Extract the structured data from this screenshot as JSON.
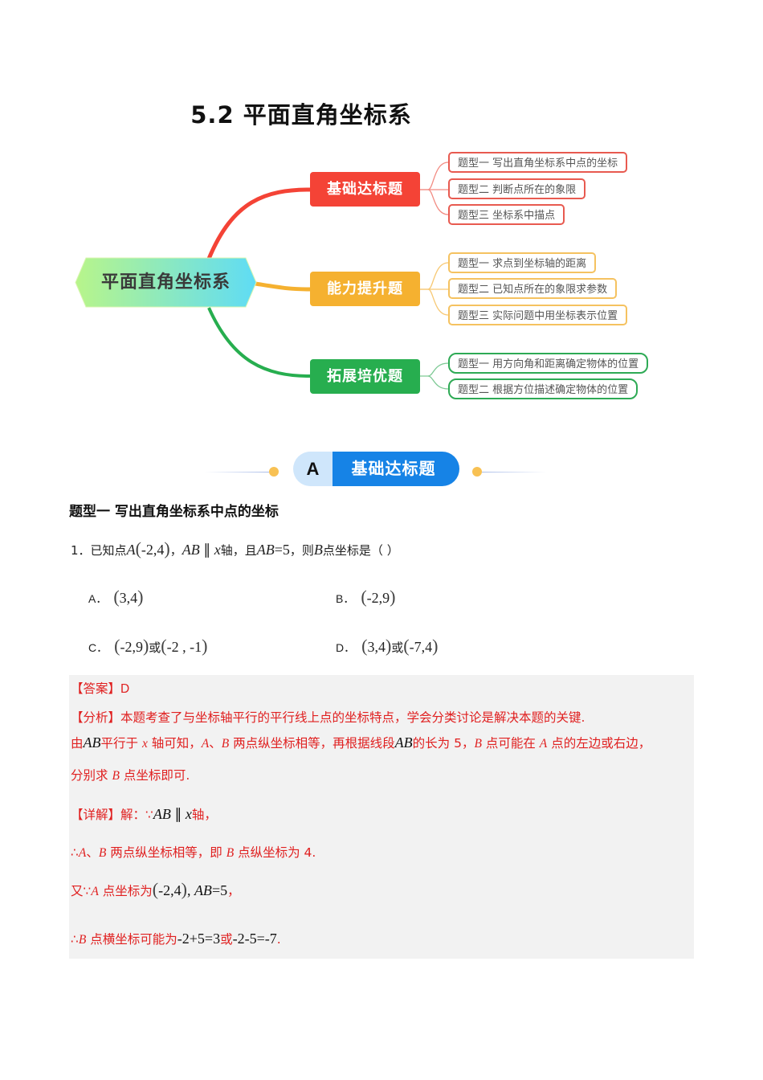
{
  "document": {
    "title": "5.2 平面直角坐标系"
  },
  "mindmap": {
    "root": "平面直角坐标系",
    "branches": [
      {
        "label": "基础达标题",
        "color": "#f44336",
        "leaves": [
          "题型一 写出直角坐标系中点的坐标",
          "题型二 判断点所在的象限",
          "题型三 坐标系中描点"
        ]
      },
      {
        "label": "能力提升题",
        "color": "#f5b130",
        "leaves": [
          "题型一  求点到坐标轴的距离",
          "题型二  已知点所在的象限求参数",
          "题型三  实际问题中用坐标表示位置"
        ]
      },
      {
        "label": "拓展培优题",
        "color": "#27ae4f",
        "leaves": [
          "题型一  用方向角和距离确定物体的位置",
          "题型二 根据方位描述确定物体的位置"
        ]
      }
    ]
  },
  "section_banner": {
    "letter": "A",
    "label": "基础达标题"
  },
  "question_type": "题型一  写出直角坐标系中点的坐标",
  "question": {
    "number": "1．",
    "parts": {
      "p1": "已知点",
      "A": "A",
      "coordA": "-2,4",
      "sep1": "，",
      "AB": "AB",
      "parallel": " ∥ ",
      "x": "x",
      "p2": "轴，且",
      "AB2": "AB",
      "eq": "=5",
      "p3": "，则",
      "B": "B",
      "p4": "点坐标是（     ）"
    },
    "options": [
      {
        "label": "A．",
        "value": "(3,4)",
        "a": "3,4"
      },
      {
        "label": "B．",
        "value": "(-2,9)",
        "a": "-2,9"
      },
      {
        "label": "C．",
        "value": "(-2,9)或(-2,-1)",
        "a": "-2,9",
        "or": "或",
        "b": "-2 , -1"
      },
      {
        "label": "D．",
        "value": "(3,4)或(-7,4)",
        "a": "3,4",
        "or": "或",
        "b": "-7,4"
      }
    ]
  },
  "answer": {
    "answer_tag": "【答案】",
    "answer_value": "D",
    "analysis_tag": "【分析】",
    "analysis_text": "本题考查了与坐标轴平行的平行线上点的坐标特点，学会分类讨论是解决本题的关键.",
    "analysis_line2": {
      "p1": "由",
      "AB": "AB",
      "p2": "平行于 ",
      "x": "x",
      "p3": " 轴可知，",
      "A": "A",
      "p4": "、",
      "B": "B",
      "p5": " 两点纵坐标相等，再根据线段",
      "AB2": "AB",
      "p6": "的长为 5，",
      "B2": "B",
      "p7": " 点可能在 ",
      "A2": "A",
      "p8": " 点的左边或右边，"
    },
    "analysis_line3": {
      "p1": "分别求 ",
      "B": "B",
      "p2": " 点坐标即可."
    },
    "detail_tag": "【详解】",
    "detail_line1": {
      "p1": "解：∵",
      "AB": "AB",
      "parallel": " ∥ ",
      "x": "x",
      "p2": "轴，"
    },
    "detail_line2": {
      "p1": "∴",
      "A": "A",
      "p2": "、",
      "B": "B",
      "p3": " 两点纵坐标相等，即 ",
      "B2": "B",
      "p4": " 点纵坐标为 4."
    },
    "detail_line3": {
      "p1": "又∵",
      "A": "A",
      "p2": " 点坐标为",
      "coord": "-2,4",
      "p3": ", ",
      "AB": "AB",
      "eq": "=5",
      "p4": "，"
    },
    "detail_line4": {
      "p1": "∴",
      "B": "B",
      "p2": " 点横坐标可能为",
      "expr1": "-2+5=3",
      "or": "或",
      "expr2": "-2-5=-7",
      "p3": "."
    }
  }
}
